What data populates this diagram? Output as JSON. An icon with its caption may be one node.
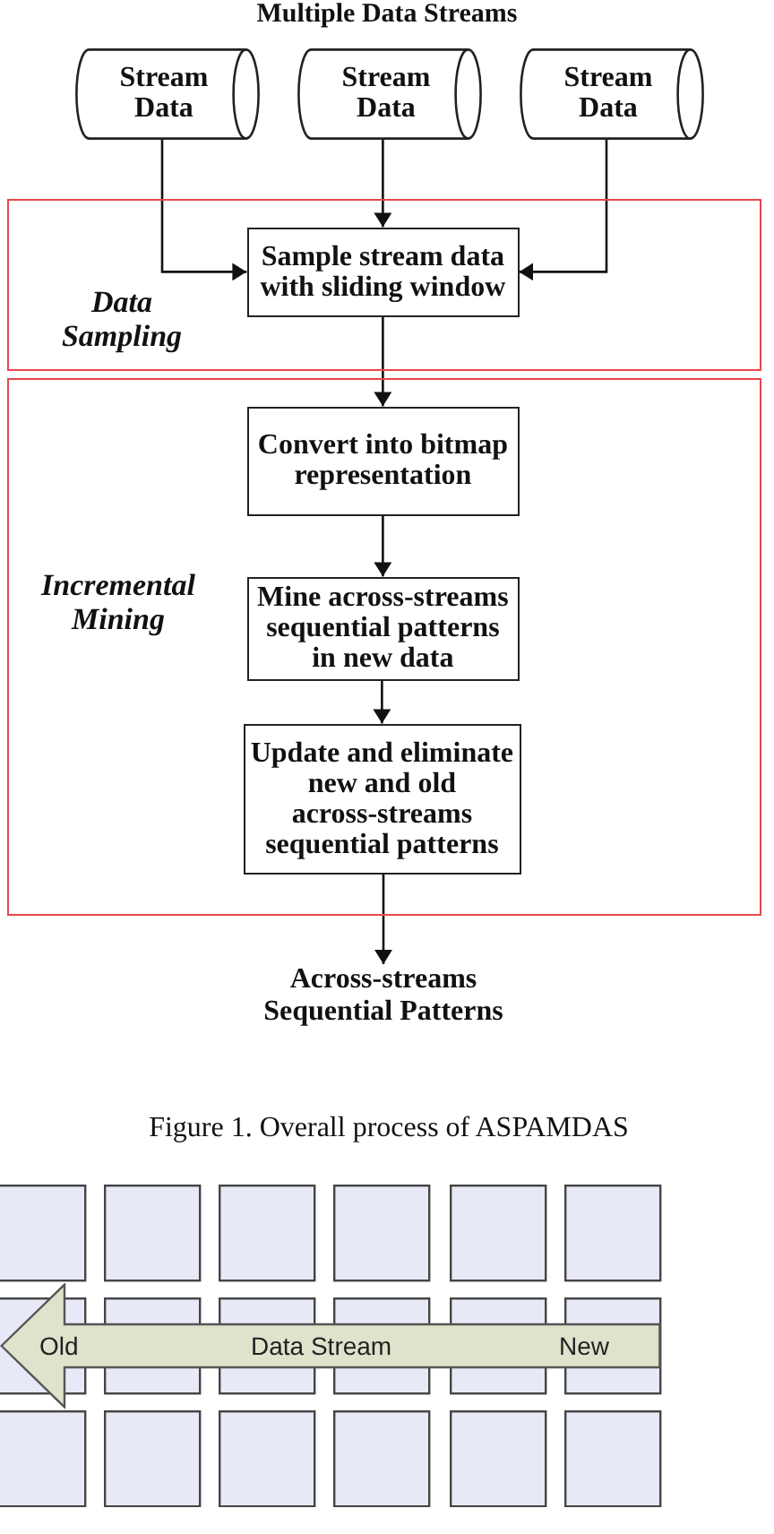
{
  "diagram": {
    "title": "Multiple Data Streams",
    "caption": "Figure 1. Overall process of ASPAMDAS",
    "nodes": [
      {
        "text": [
          "Stream Data"
        ]
      },
      {
        "text": [
          "Stream Data"
        ]
      },
      {
        "text": [
          "Stream Data"
        ]
      },
      {
        "text": [
          "Data Sampling"
        ]
      },
      {
        "text": [
          "Sample stream data with sliding window"
        ],
        "in": 3
      },
      {
        "text": [
          "Incremental Mining"
        ]
      },
      {
        "text": [
          "Convert into bitmap representation"
        ],
        "in": 5
      },
      {
        "text": [
          "Mine across-streams sequential patterns in new data"
        ],
        "in": 5
      },
      {
        "text": [
          "Update and eliminate new and old across-streams sequential patterns"
        ],
        "in": 5
      },
      {
        "text": [
          "Across-streams Sequential Patterns"
        ]
      },
      {
        "text": [
          "Old",
          "Data Stream",
          "New"
        ]
      }
    ],
    "edges": [
      {
        "from": 0,
        "to": 4,
        "arrow": "to"
      },
      {
        "from": 1,
        "to": 4,
        "arrow": "to"
      },
      {
        "from": 2,
        "to": 4,
        "arrow": "to"
      },
      {
        "from": 4,
        "to": 6,
        "arrow": "to"
      },
      {
        "from": 6,
        "to": 7,
        "arrow": "to"
      },
      {
        "from": 7,
        "to": 8,
        "arrow": "to"
      },
      {
        "from": 8,
        "to": 9,
        "arrow": "to"
      }
    ]
  }
}
